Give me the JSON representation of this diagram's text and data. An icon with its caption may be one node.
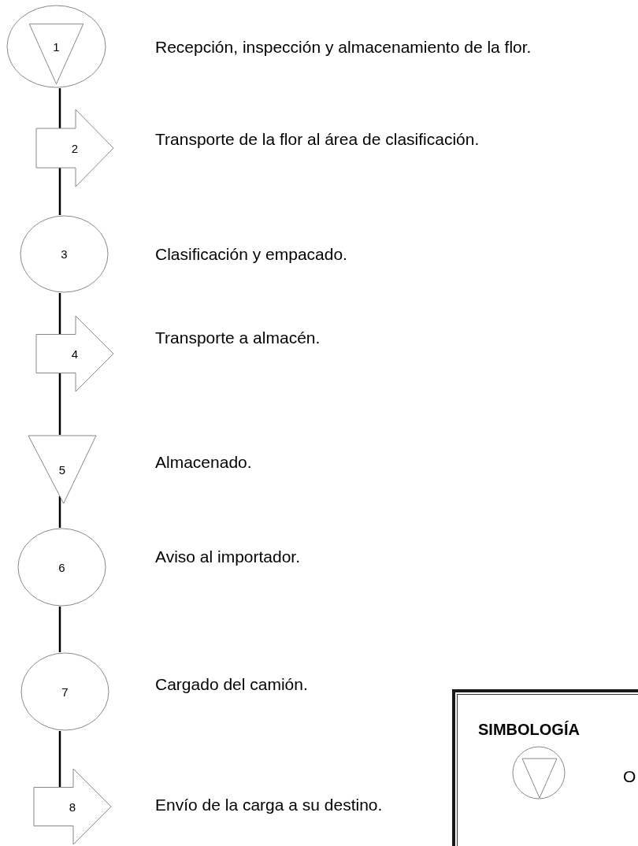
{
  "diagram": {
    "nodes": [
      {
        "text": [
          "1"
        ],
        "beside": [
          "Recepción, inspección y almacenamiento de la flor."
        ]
      },
      {
        "text": [
          "2"
        ],
        "beside": [
          "Transporte de la flor al área de clasificación."
        ]
      },
      {
        "text": [
          "3"
        ],
        "beside": [
          "Clasificación y empacado."
        ]
      },
      {
        "text": [
          "4"
        ],
        "beside": [
          "Transporte a almacén."
        ]
      },
      {
        "text": [
          "5"
        ],
        "beside": [
          "Almacenado."
        ]
      },
      {
        "text": [
          "6"
        ],
        "beside": [
          "Aviso al importador."
        ]
      },
      {
        "text": [
          "7"
        ],
        "beside": [
          "Cargado del camión."
        ]
      },
      {
        "text": [
          "8"
        ],
        "beside": [
          "Envío de la carga a su destino."
        ]
      },
      {
        "text": [
          "SIMBOLOGÍA",
          "O"
        ]
      }
    ],
    "edges": [
      {
        "from": 0,
        "to": 1,
        "arrow": "none"
      },
      {
        "from": 1,
        "to": 2,
        "arrow": "none"
      },
      {
        "from": 2,
        "to": 3,
        "arrow": "none"
      },
      {
        "from": 3,
        "to": 4,
        "arrow": "none"
      },
      {
        "from": 4,
        "to": 5,
        "arrow": "none"
      },
      {
        "from": 5,
        "to": 6,
        "arrow": "none"
      },
      {
        "from": 6,
        "to": 7,
        "arrow": "none"
      }
    ]
  }
}
